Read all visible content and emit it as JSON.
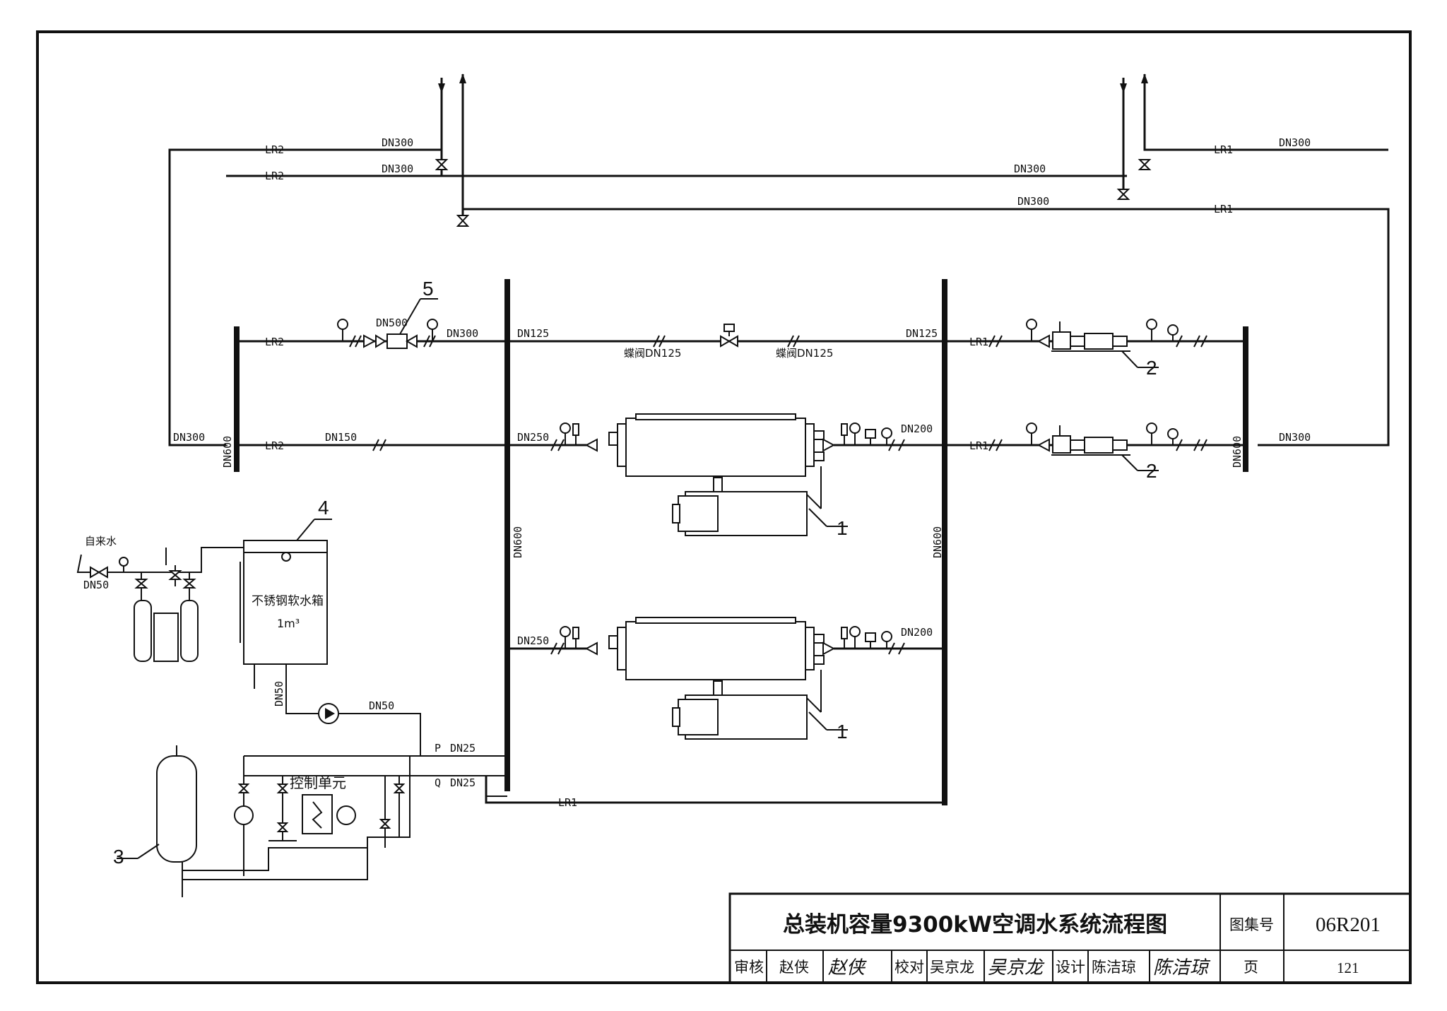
{
  "labels": {
    "dn300": "DN300",
    "dn125": "DN125",
    "dn150": "DN150",
    "dn250": "DN250",
    "dn200": "DN200",
    "dn500": "DN500",
    "dn600": "DN600",
    "dn50": "DN50",
    "dn25": "DN25",
    "lr1": "LR1",
    "lr2": "LR2",
    "butterfly_valve_dn125": "蝶阀DN125",
    "p": "P",
    "q": "Q"
  },
  "equipment": {
    "tap_water": "自来水",
    "soft_water_tank": "不锈钢软水箱",
    "tank_volume": "1m³",
    "control_unit": "控制单元"
  },
  "callouts": [
    "1",
    "2",
    "3",
    "4",
    "5"
  ],
  "title_block": {
    "title": "总装机容量9300kW空调水系统流程图",
    "atlas_label": "图集号",
    "atlas_no": "06R201",
    "review_label": "审核",
    "reviewer": "赵侠",
    "reviewer_sign": "赵侠",
    "check_label": "校对",
    "checker": "吴京龙",
    "checker_sign": "吴京龙",
    "design_label": "设计",
    "designer": "陈洁琼",
    "designer_sign": "陈洁琼",
    "page_label": "页",
    "page_no": "121"
  }
}
